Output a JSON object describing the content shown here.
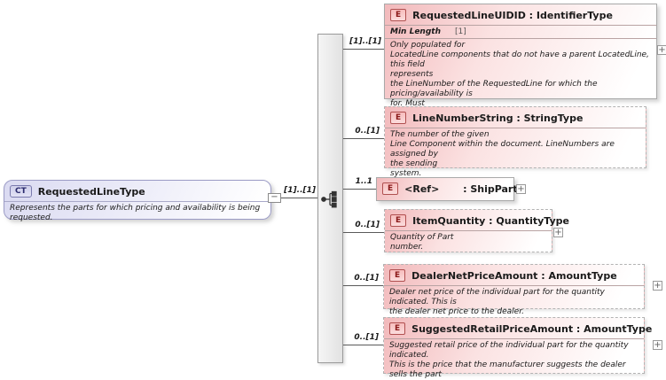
{
  "diagram": {
    "root": {
      "badge": "CT",
      "title": "RequestedLineType",
      "description": "Represents the parts for which pricing and availability is being requested.",
      "cardinality": "[1]..[1]"
    },
    "compositor": "sequence",
    "elements": [
      {
        "badge": "E",
        "title": "RequestedLineUIDID : IdentifierType",
        "cardinality": "[1]..[1]",
        "facet_name": "Min Length",
        "facet_value": "[1]",
        "description": "Only populated for\nLocatedLine components that do not have a parent LocatedLine, this field\nrepresents\nthe LineNumber of the RequestedLine for which the pricing/availability is\nfor. Must\nbe equal to one of the RequestedLine.LineNumber values."
      },
      {
        "badge": "E",
        "title": "LineNumberString : StringType",
        "cardinality": "0..[1]",
        "description": "The number of the given\n    Line Component within the document. LineNumbers are assigned by\nthe sending\nsystem."
      },
      {
        "badge": "E",
        "title": "<Ref>       : ShipPart",
        "cardinality": "1..1",
        "description": ""
      },
      {
        "badge": "E",
        "title": "ItemQuantity : QuantityType",
        "cardinality": "0..[1]",
        "description": "Quantity of Part\nnumber."
      },
      {
        "badge": "E",
        "title": "DealerNetPriceAmount : AmountType",
        "cardinality": "0..[1]",
        "description": "Dealer net price of the individual part for the quantity indicated.  This is\nthe dealer net price to the dealer."
      },
      {
        "badge": "E",
        "title": "SuggestedRetailPriceAmount : AmountType",
        "cardinality": "0..[1]",
        "description": "Suggested retail price of the individual part for the quantity indicated.\nThis is the price that the manufacturer suggests the dealer sells the part\nfor."
      }
    ],
    "icons": {
      "plus": "+",
      "minus": "−"
    },
    "colors": {
      "element_fill": "#f2b9bb",
      "element_border": "#a9a9a9",
      "complextype_fill": "#dadaf1",
      "complextype_border": "#9c9cc6",
      "badge_e_text": "#8b1a1a",
      "badge_ct_text": "#2b2b6e",
      "bar_fill": "#ececec",
      "line_color": "#5a5a5a"
    }
  }
}
